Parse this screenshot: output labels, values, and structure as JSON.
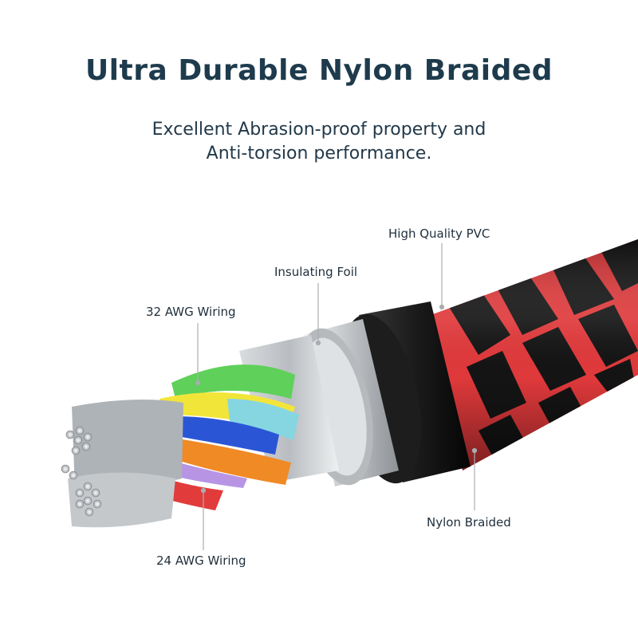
{
  "header": {
    "title": "Ultra Durable Nylon Braided",
    "subtitle_line1": "Excellent Abrasion-proof property and",
    "subtitle_line2": "Anti-torsion performance."
  },
  "callouts": {
    "pvc": "High Quality PVC",
    "foil": "Insulating Foil",
    "wiring32": "32 AWG Wiring",
    "wiring24": "24 AWG Wiring",
    "nylon": "Nylon Braided"
  },
  "colors": {
    "title": "#1e3b4d",
    "braid_red": "#e0393b",
    "braid_black": "#141414",
    "foil_silver": "#c9cccf",
    "wire_green": "#5fd05a",
    "wire_yellow": "#f2e53a",
    "wire_blue": "#2a56d6",
    "wire_cyan": "#86d6e2",
    "wire_orange": "#f08a25",
    "wire_purple": "#b795e4",
    "wire_red": "#e23b3b"
  }
}
